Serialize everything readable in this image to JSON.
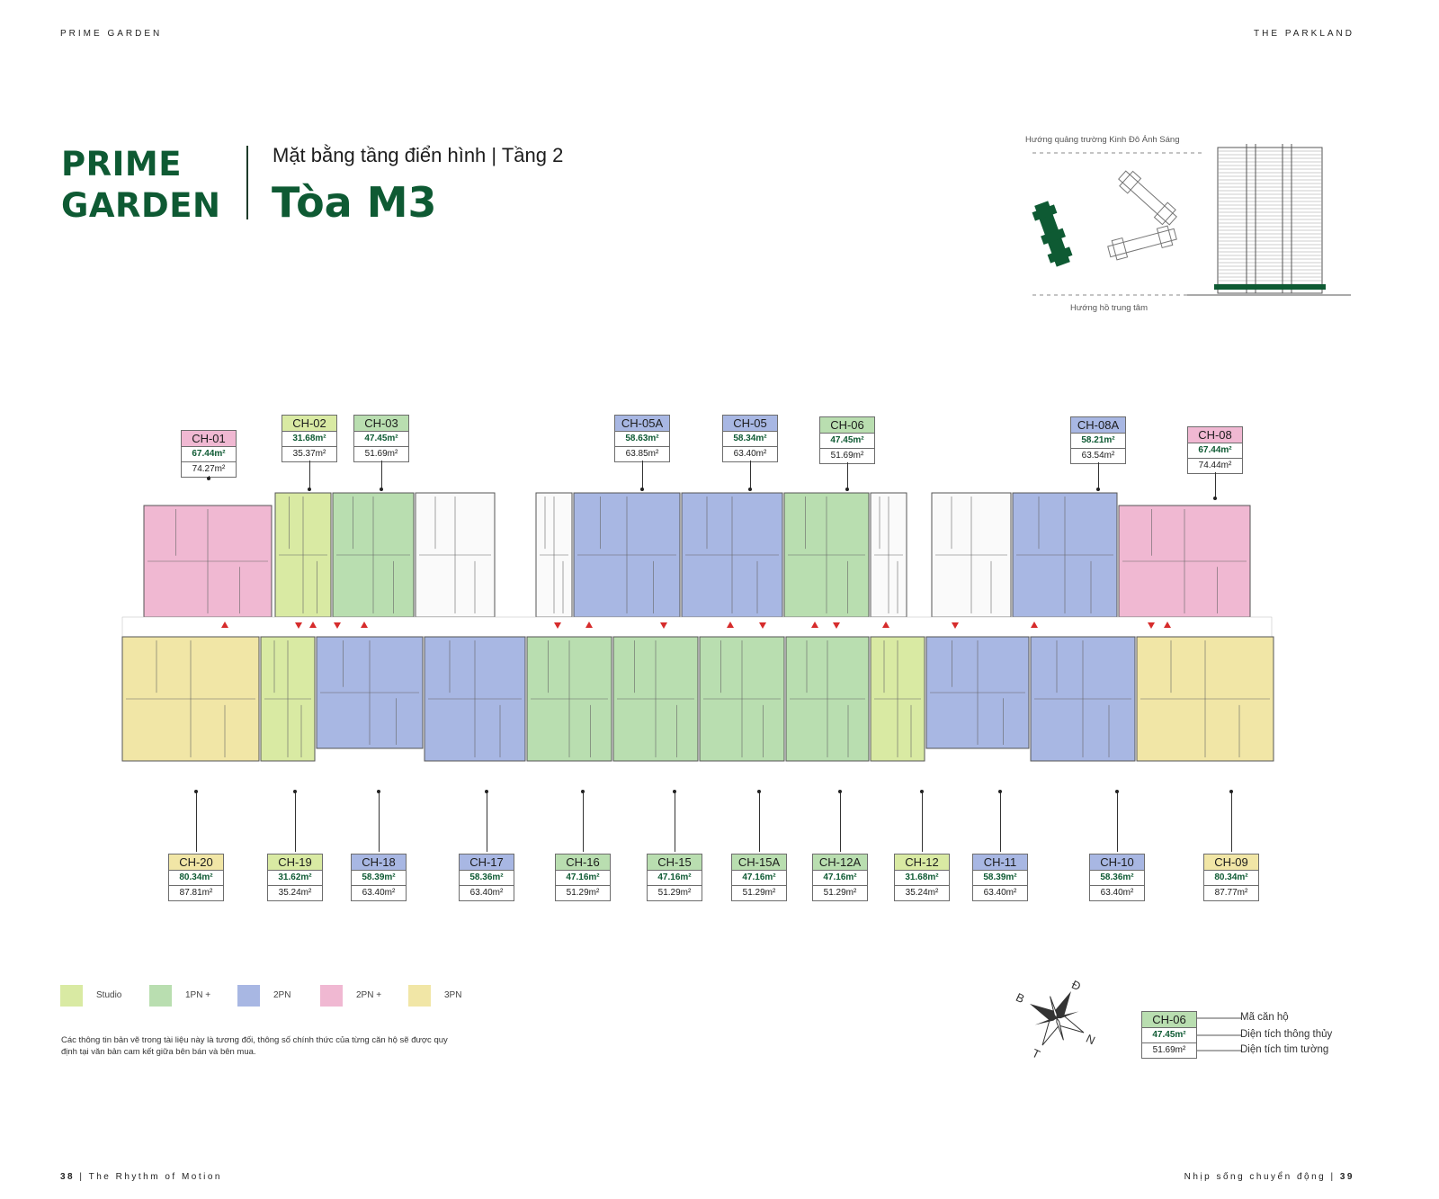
{
  "header": {
    "left": "PRIME GARDEN",
    "right": "THE PARKLAND"
  },
  "title": {
    "brand_line1": "PRIME",
    "brand_line2": "GARDEN",
    "subtitle": "Mặt bằng tầng điển hình | Tầng 2",
    "tower": "Tòa M3"
  },
  "site_plan": {
    "top_label": "Hướng quảng trường Kinh Đô Ánh Sáng",
    "bottom_label": "Hướng hồ trung tâm"
  },
  "colors": {
    "brand_green": "#0e5a33",
    "studio": "#d9eaa3",
    "one_bed": "#b9deb0",
    "two_bed": "#a8b7e3",
    "two_bed_plus": "#f0b8d2",
    "three_bed": "#f1e6a6"
  },
  "top_units": [
    {
      "code": "CH-01",
      "area1": "67.44m²",
      "area2": "74.27m²",
      "type": "two_bed_plus"
    },
    {
      "code": "CH-02",
      "area1": "31.68m²",
      "area2": "35.37m²",
      "type": "studio"
    },
    {
      "code": "CH-03",
      "area1": "47.45m²",
      "area2": "51.69m²",
      "type": "one_bed"
    },
    {
      "code": "CH-05A",
      "area1": "58.63m²",
      "area2": "63.85m²",
      "type": "two_bed"
    },
    {
      "code": "CH-05",
      "area1": "58.34m²",
      "area2": "63.40m²",
      "type": "two_bed"
    },
    {
      "code": "CH-06",
      "area1": "47.45m²",
      "area2": "51.69m²",
      "type": "one_bed"
    },
    {
      "code": "CH-08A",
      "area1": "58.21m²",
      "area2": "63.54m²",
      "type": "two_bed"
    },
    {
      "code": "CH-08",
      "area1": "67.44m²",
      "area2": "74.44m²",
      "type": "two_bed_plus"
    }
  ],
  "bottom_units": [
    {
      "code": "CH-20",
      "area1": "80.34m²",
      "area2": "87.81m²",
      "type": "three_bed"
    },
    {
      "code": "CH-19",
      "area1": "31.62m²",
      "area2": "35.24m²",
      "type": "studio"
    },
    {
      "code": "CH-18",
      "area1": "58.39m²",
      "area2": "63.40m²",
      "type": "two_bed"
    },
    {
      "code": "CH-17",
      "area1": "58.36m²",
      "area2": "63.40m²",
      "type": "two_bed"
    },
    {
      "code": "CH-16",
      "area1": "47.16m²",
      "area2": "51.29m²",
      "type": "one_bed"
    },
    {
      "code": "CH-15",
      "area1": "47.16m²",
      "area2": "51.29m²",
      "type": "one_bed"
    },
    {
      "code": "CH-15A",
      "area1": "47.16m²",
      "area2": "51.29m²",
      "type": "one_bed"
    },
    {
      "code": "CH-12A",
      "area1": "47.16m²",
      "area2": "51.29m²",
      "type": "one_bed"
    },
    {
      "code": "CH-12",
      "area1": "31.68m²",
      "area2": "35.24m²",
      "type": "studio"
    },
    {
      "code": "CH-11",
      "area1": "58.39m²",
      "area2": "63.40m²",
      "type": "two_bed"
    },
    {
      "code": "CH-10",
      "area1": "58.36m²",
      "area2": "63.40m²",
      "type": "two_bed"
    },
    {
      "code": "CH-09",
      "area1": "80.34m²",
      "area2": "87.77m²",
      "type": "three_bed"
    }
  ],
  "legend": [
    {
      "label": "Studio",
      "type": "studio"
    },
    {
      "label": "1PN +",
      "type": "one_bed"
    },
    {
      "label": "2PN",
      "type": "two_bed"
    },
    {
      "label": "2PN +",
      "type": "two_bed_plus"
    },
    {
      "label": "3PN",
      "type": "three_bed"
    }
  ],
  "note": "Các thông tin bản vẽ trong tài liệu này là tương đối, thông số chính thức của từng căn hộ sẽ được quy định tại văn bản cam kết giữa bên bán và bên mua.",
  "compass": {
    "n": "Đ",
    "e": "N",
    "s": "T",
    "w": "B"
  },
  "key_sample": {
    "code": "CH-06",
    "area1": "47.45m²",
    "area2": "51.69m²",
    "label_code": "Mã căn hộ",
    "label_area1": "Diện tích thông thủy",
    "label_area2": "Diện tích tim tường"
  },
  "footer": {
    "page_left": "38",
    "left_text": "The Rhythm of Motion",
    "right_text": "Nhịp sống chuyển động",
    "page_right": "39"
  }
}
